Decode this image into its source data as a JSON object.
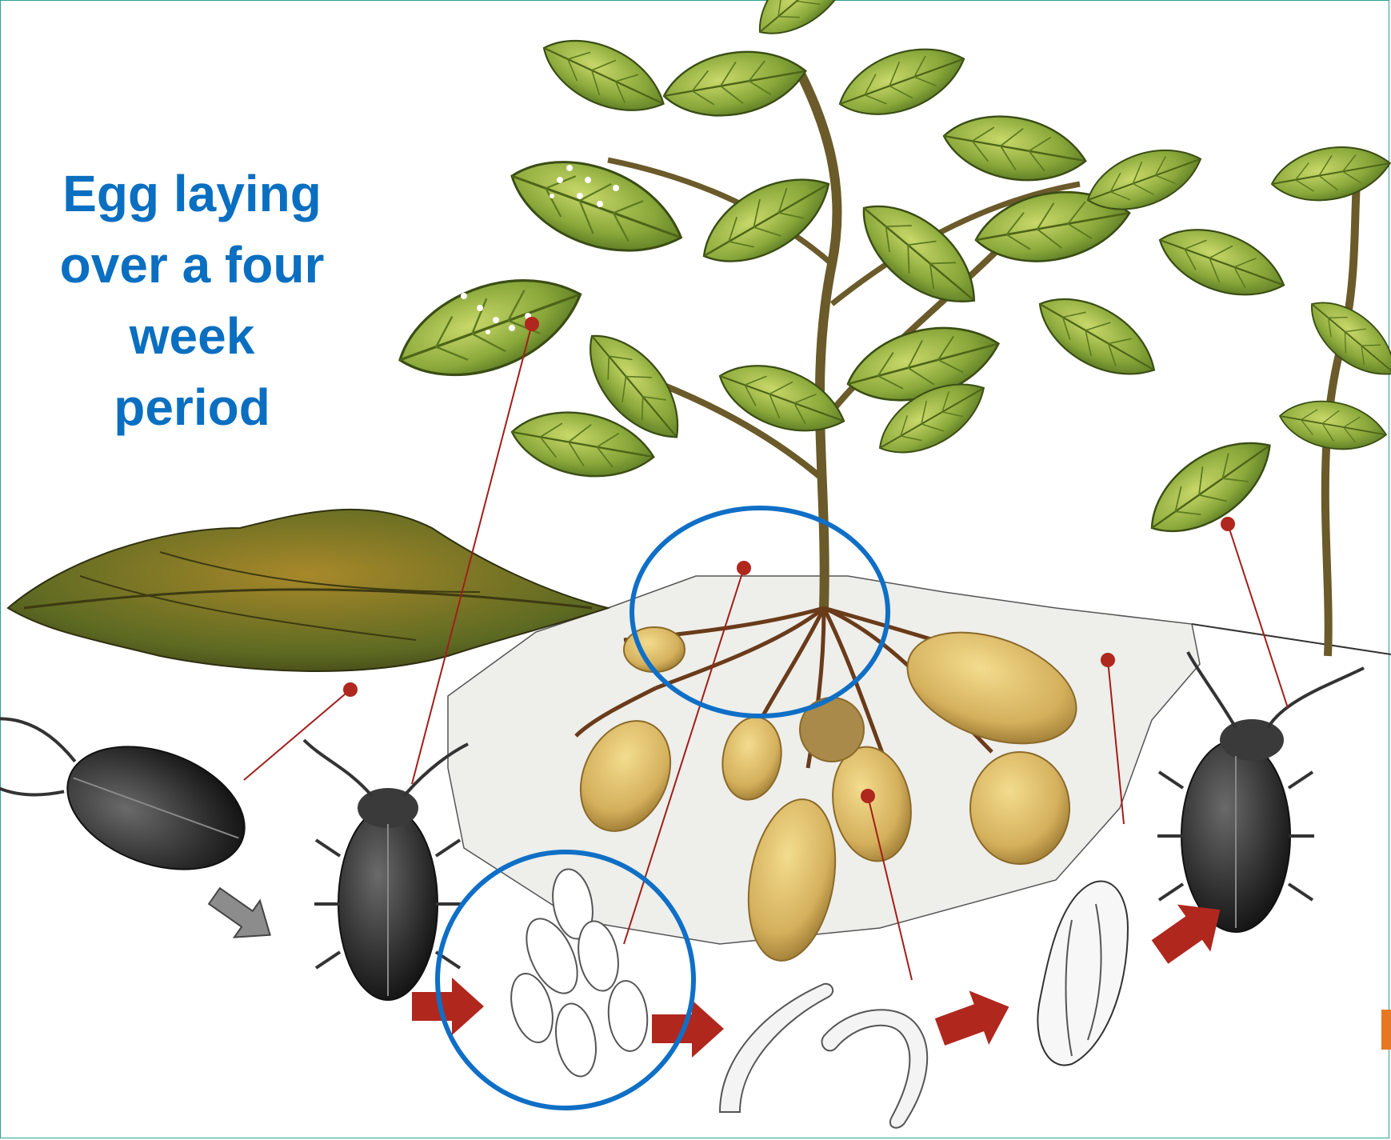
{
  "caption": {
    "lines": [
      "Egg laying",
      "over a four",
      "week",
      "period"
    ],
    "color": "#0a6fc0"
  },
  "stages": [
    "adult-beetle-overwintering",
    "adult-beetle",
    "eggs",
    "larvae",
    "pupa",
    "new-adult-beetle"
  ],
  "highlight_color": "#0f6fc6",
  "arrow_color": "#b0271e",
  "pointer_color": "#a01f1a",
  "leaf_color": "#7a9a2e",
  "tuber_color": "#d8b864",
  "beetle_color": "#2b2b2b"
}
